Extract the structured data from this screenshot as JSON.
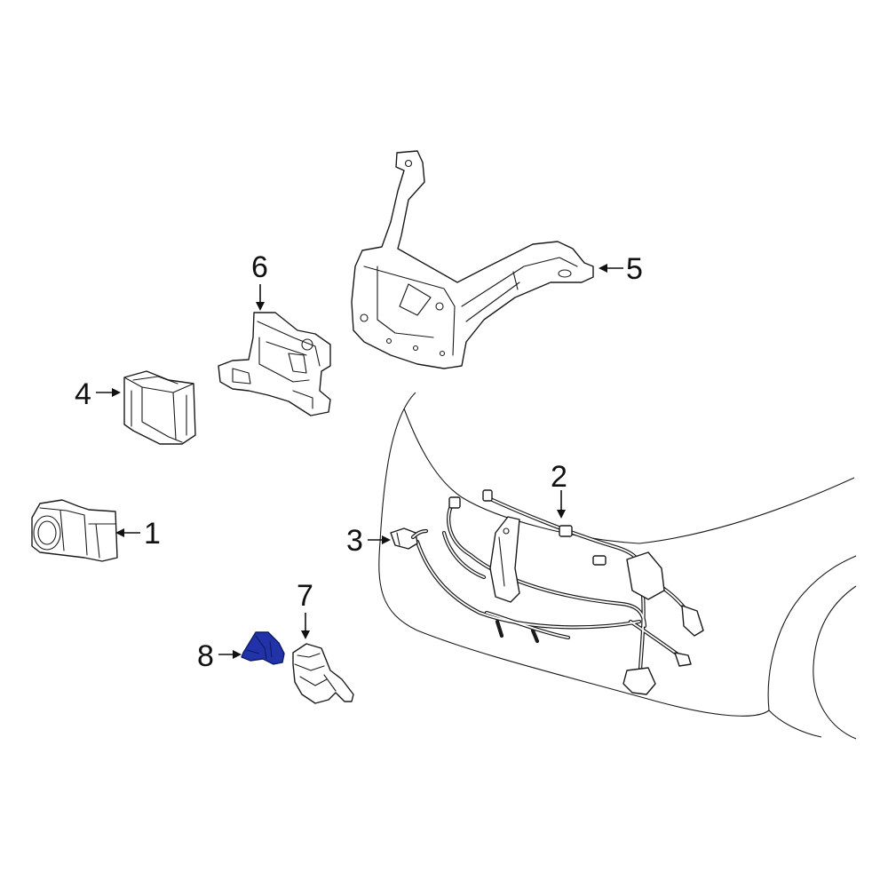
{
  "callouts": [
    {
      "id": "1",
      "label": "1"
    },
    {
      "id": "2",
      "label": "2"
    },
    {
      "id": "3",
      "label": "3"
    },
    {
      "id": "4",
      "label": "4"
    },
    {
      "id": "5",
      "label": "5"
    },
    {
      "id": "6",
      "label": "6"
    },
    {
      "id": "7",
      "label": "7"
    },
    {
      "id": "8",
      "label": "8"
    }
  ],
  "colors": {
    "line": "#1a1a1a",
    "highlight_fill": "#2233aa",
    "highlight_stroke": "#0b1a66",
    "background": "#ffffff"
  },
  "highlighted_part": "8"
}
